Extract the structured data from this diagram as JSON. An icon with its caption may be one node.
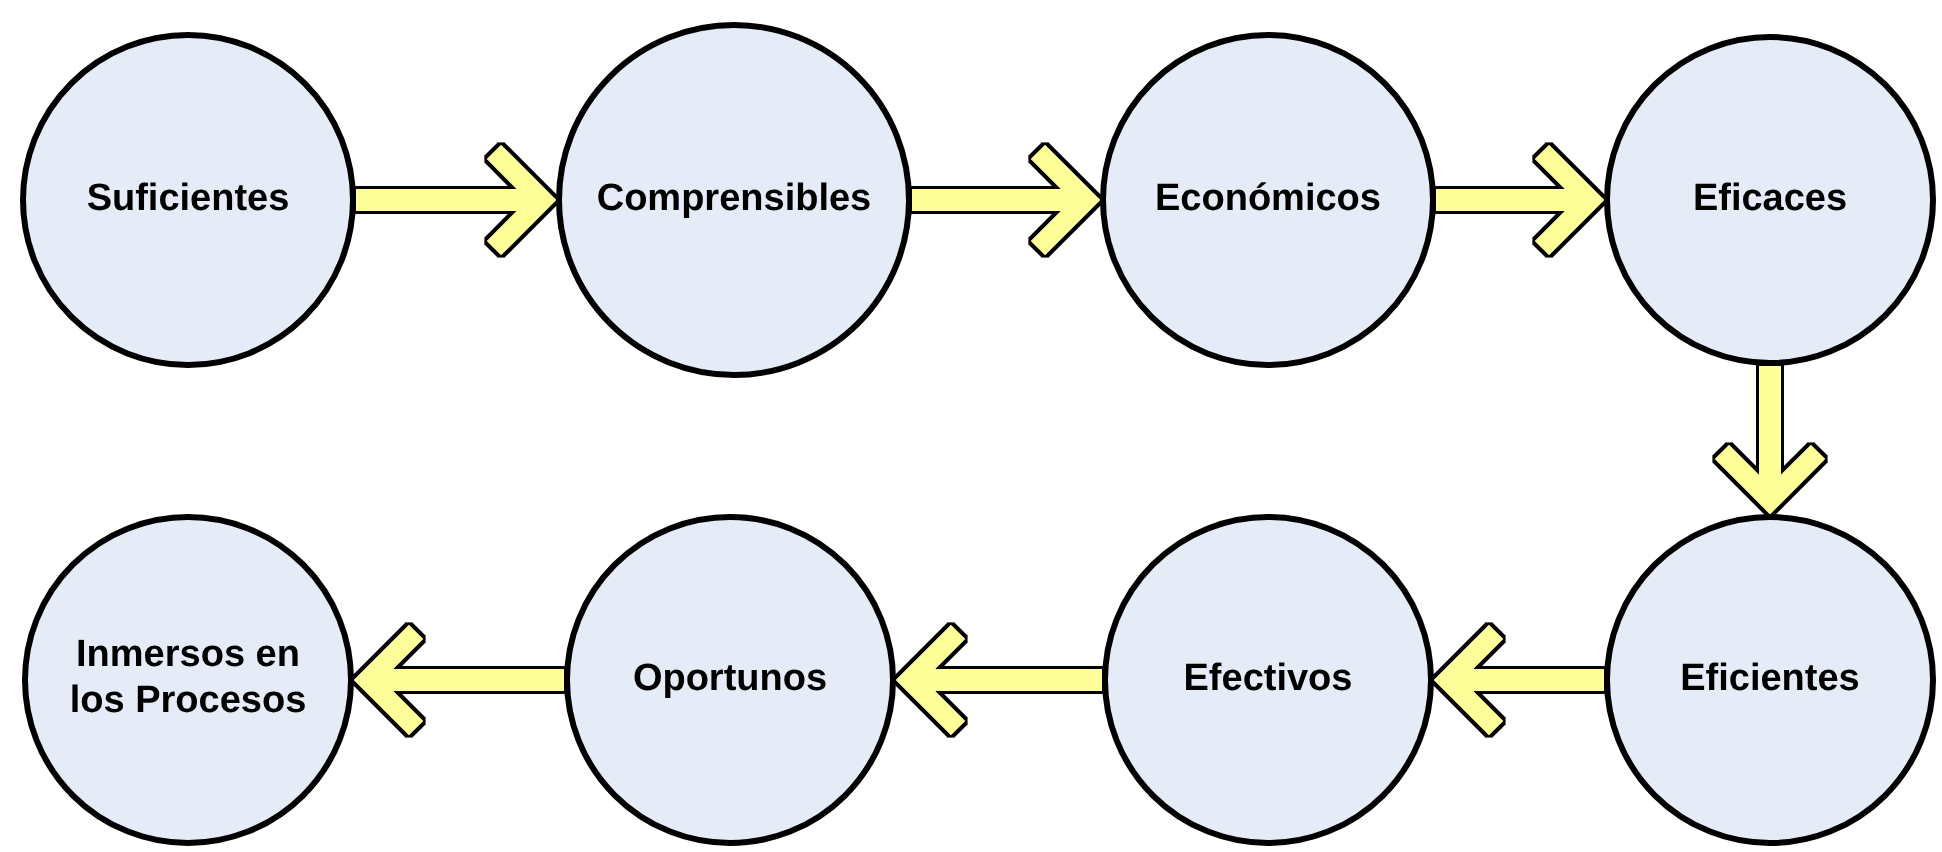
{
  "diagram": {
    "nodes": [
      {
        "text": [
          "Suficientes"
        ]
      },
      {
        "text": [
          "Comprensibles"
        ]
      },
      {
        "text": [
          "Económicos"
        ]
      },
      {
        "text": [
          "Eficaces"
        ]
      },
      {
        "text": [
          "Inmersos en los Procesos"
        ]
      },
      {
        "text": [
          "Oportunos"
        ]
      },
      {
        "text": [
          "Efectivos"
        ]
      },
      {
        "text": [
          "Eficientes"
        ]
      }
    ],
    "edges": [
      {
        "from": 0,
        "to": 1,
        "arrow": "to"
      },
      {
        "from": 1,
        "to": 2,
        "arrow": "to"
      },
      {
        "from": 2,
        "to": 3,
        "arrow": "to"
      },
      {
        "from": 3,
        "to": 7,
        "arrow": "to"
      },
      {
        "from": 7,
        "to": 6,
        "arrow": "to"
      },
      {
        "from": 6,
        "to": 5,
        "arrow": "to"
      },
      {
        "from": 5,
        "to": 4,
        "arrow": "to"
      }
    ]
  }
}
